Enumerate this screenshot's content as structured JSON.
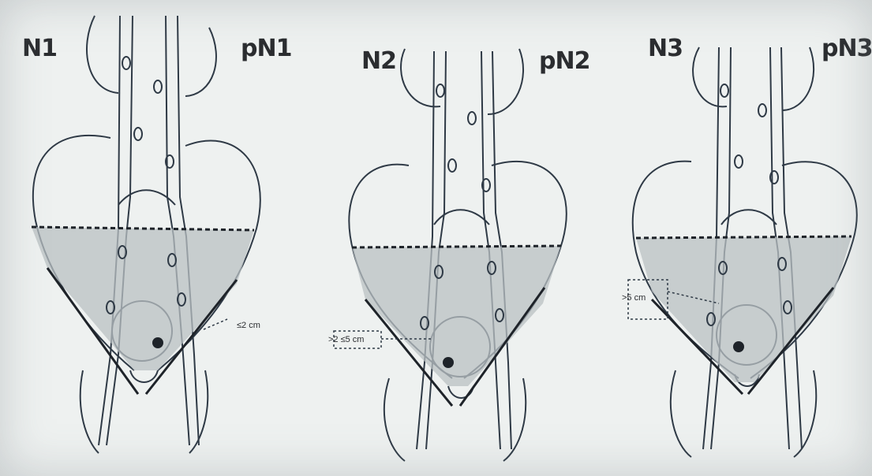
{
  "panels": [
    {
      "stage": "N1",
      "pathologic_stage": "pN1",
      "size_label": "≤2 cm"
    },
    {
      "stage": "N2",
      "pathologic_stage": "pN2",
      "size_label": ">2 ≤5 cm"
    },
    {
      "stage": "N3",
      "pathologic_stage": "pN3",
      "size_label": ">5 cm"
    }
  ],
  "colors": {
    "line": "#2f3a46",
    "shade": "#b9c0c3",
    "background": "#eef1f0"
  }
}
